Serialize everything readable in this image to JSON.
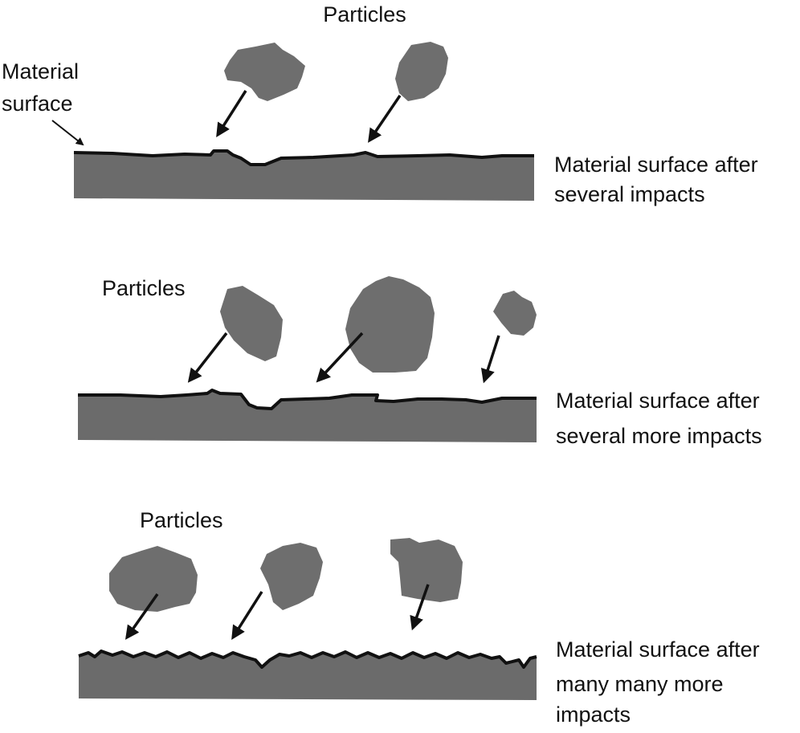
{
  "colors": {
    "particle": "#6e6e6e",
    "material": "#6b6b6b",
    "edge": "#111111",
    "text": "#111111"
  },
  "panel1": {
    "particles_label": "Particles",
    "material_label_line1": "Material",
    "material_label_line2": "surface",
    "caption_line1": "Material surface after",
    "caption_line2": "several impacts"
  },
  "panel2": {
    "particles_label": "Particles",
    "caption_line1": "Material surface after",
    "caption_line2": "several more impacts"
  },
  "panel3": {
    "particles_label": "Particles",
    "caption_line1": "Material surface after",
    "caption_line2": "many many more",
    "caption_line3": "impacts"
  }
}
